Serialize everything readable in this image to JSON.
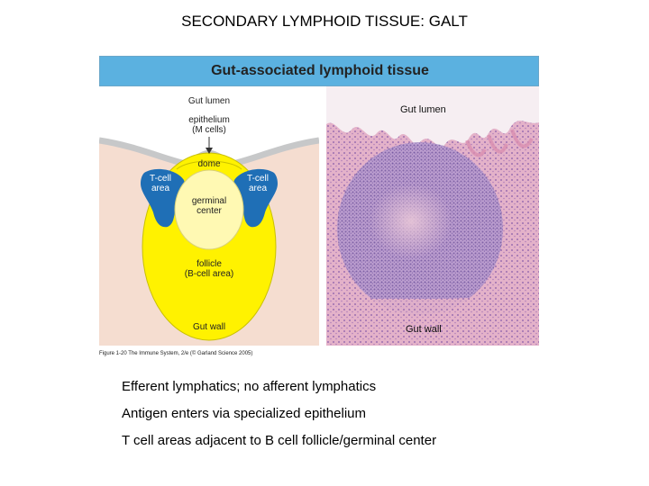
{
  "slide": {
    "title": "SECONDARY LYMPHOID TISSUE: GALT",
    "bullets": [
      "Efferent lymphatics; no afferent lymphatics",
      "Antigen enters via specialized epithelium",
      "T cell areas adjacent to B cell follicle/germinal center"
    ]
  },
  "figure": {
    "header": "Gut-associated lymphoid tissue",
    "caption": "Figure 1-20 The Immune System, 2/e (© Garland Science 2005)",
    "diagram_labels": {
      "gut_lumen": "Gut lumen",
      "epithelium_line1": "epithelium",
      "epithelium_line2": "(M cells)",
      "dome": "dome",
      "tcell_left_line1": "T-cell",
      "tcell_left_line2": "area",
      "tcell_right_line1": "T-cell",
      "tcell_right_line2": "area",
      "germinal_line1": "germinal",
      "germinal_line2": "center",
      "follicle_line1": "follicle",
      "follicle_line2": "(B-cell area)",
      "gut_wall": "Gut wall"
    },
    "photo_labels": {
      "gut_lumen": "Gut lumen",
      "gut_wall": "Gut wall"
    },
    "colors": {
      "header": "#5bb1e0",
      "follicle": "#fff200",
      "germinal_center": "#fff9b3",
      "tcell_area": "#1f6fb6",
      "tissue": "#f5ddd0",
      "epithelium": "#c7c8c9",
      "histology_pink": "#e8b3c8",
      "histology_purple": "#8a6fb0"
    }
  }
}
